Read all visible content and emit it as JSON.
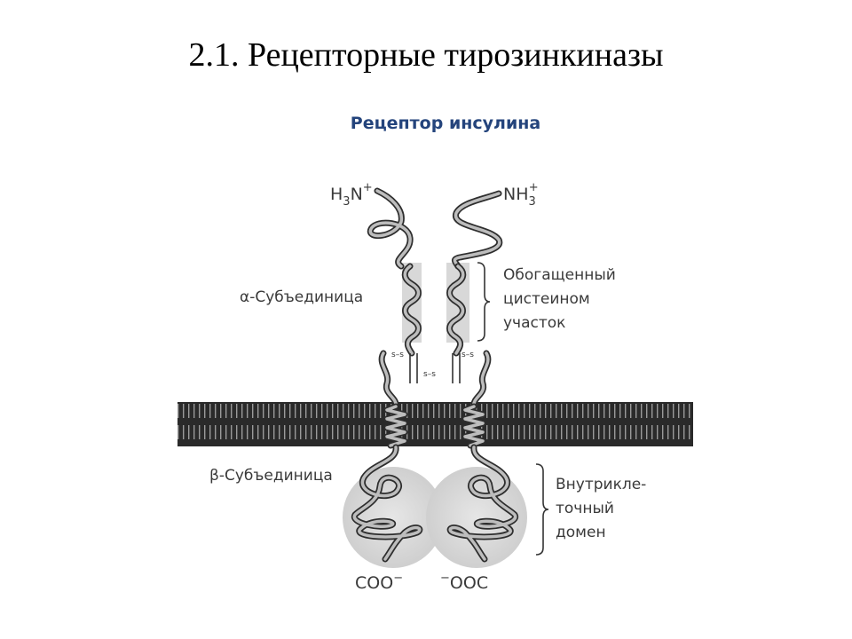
{
  "slide": {
    "title": "2.1. Рецепторные тирозинкиназы"
  },
  "diagram": {
    "heading": "Рецептор инсулина",
    "h3n": {
      "main": "H",
      "sub": "3",
      "n": "N",
      "sup": "+"
    },
    "nh3": {
      "main": "NH",
      "sub": "3",
      "sup": "+"
    },
    "alpha_label": "α-Субъединица",
    "beta_label": "β-Субъединица",
    "cys_region_lines": [
      "Обогащенный",
      "цистеином",
      "участок"
    ],
    "intracellular_lines": [
      "Внутрикле-",
      "точный",
      "домен"
    ],
    "disulfide": "s–s",
    "coo_left": {
      "main": "COO",
      "sup": "−"
    },
    "coo_right": {
      "sup": "−",
      "main": "OOC"
    },
    "colors": {
      "heading": "#24447c",
      "membrane": "#2a2a2a",
      "ribbon": "#2e2e2e"
    }
  }
}
